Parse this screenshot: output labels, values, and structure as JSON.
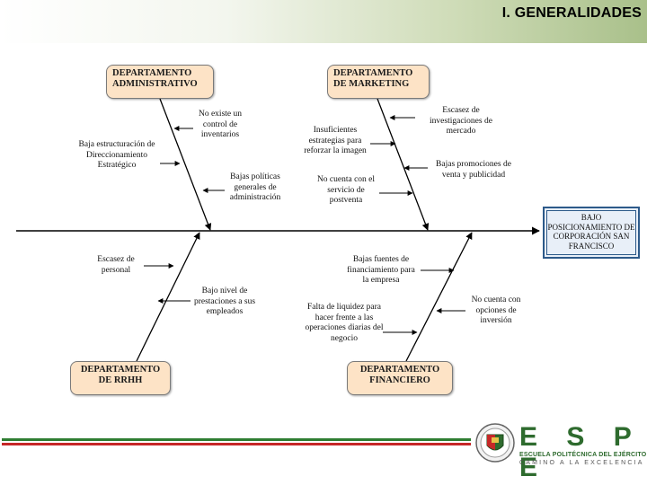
{
  "header": {
    "title": "I. GENERALIDADES"
  },
  "departments": {
    "administrativo": "DEPARTAMENTO ADMINISTRATIVO",
    "marketing": "DEPARTAMENTO DE MARKETING",
    "rrhh": "DEPARTAMENTO DE RRHH",
    "financiero": "DEPARTAMENTO FINANCIERO"
  },
  "result": "BAJO POSICIONAMIENTO DE CORPORACIÓN SAN FRANCISCO",
  "causes": {
    "adm_1": "No existe un control de inventarios",
    "adm_2": "Baja estructuración de Direccionamiento Estratégico",
    "adm_3": "Bajas políticas generales de administración",
    "mkt_1": "Escasez de investigaciones de mercado",
    "mkt_2": "Insuficientes estrategias para reforzar la imagen",
    "mkt_3": "Bajas promociones de venta y publicidad",
    "mkt_4": "No cuenta con el servicio de postventa",
    "rrhh_1": "Escasez de personal",
    "rrhh_2": "Bajo nivel de prestaciones a sus empleados",
    "fin_1": "Bajas fuentes de financiamiento para la empresa",
    "fin_2": "No cuenta con opciones de inversión",
    "fin_3": "Falta de liquidez para hacer frente a las operaciones diarias del negocio"
  },
  "logo": {
    "word": "E S P E",
    "line1": "ESCUELA POLITÉCNICA DEL EJÉRCITO",
    "line2": "CAMINO A LA EXCELENCIA"
  },
  "colors": {
    "box_fill": "#fde3c6",
    "result_border": "#2d5a8a",
    "footer_green": "#2e7d32",
    "footer_red": "#c62828"
  }
}
